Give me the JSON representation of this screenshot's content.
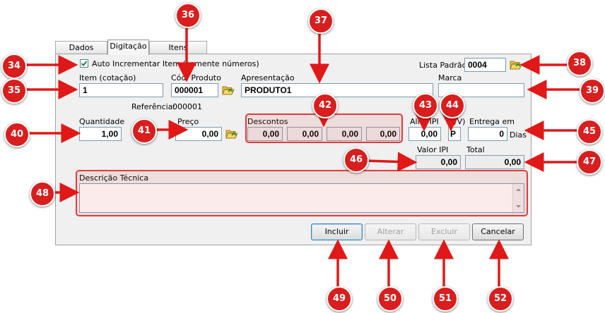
{
  "tabs": [
    "Dados Gerais",
    "Digitação",
    "Itens Lançados"
  ],
  "auto_increment": {
    "label": "Auto Incrementar Item (somente números)",
    "checked": true
  },
  "lista_padrao": {
    "label": "Lista Padrão:",
    "value": "0004"
  },
  "item": {
    "label": "Item (cotação)",
    "value": "1"
  },
  "cod_produto": {
    "label": "Cód. Produto",
    "value": "000001"
  },
  "apresentacao": {
    "label": "Apresentação",
    "value": "PRODUTO1"
  },
  "marca": {
    "label": "Marca",
    "value": ""
  },
  "referencia": {
    "label": "Referência:",
    "value": "000001"
  },
  "quantidade": {
    "label": "Quantidade",
    "value": "1,00"
  },
  "preco": {
    "label": "Preço",
    "value": "0,00"
  },
  "descontos": {
    "label": "Descontos",
    "values": [
      "0,00",
      "0,00",
      "0,00",
      "0,00"
    ]
  },
  "aliq_ipi": {
    "label": "Aliq. IPI",
    "value": "0,00"
  },
  "pv": {
    "label": "(P/V)",
    "value": "P"
  },
  "entrega": {
    "label": "Entrega em",
    "value": "0",
    "unit": "Dias"
  },
  "valor_ipi": {
    "label": "Valor IPI",
    "value": "0,00"
  },
  "total": {
    "label": "Total",
    "value": "0,00"
  },
  "descricao": {
    "label": "Descrição Técnica",
    "value": ""
  },
  "buttons": {
    "incluir": "Incluir",
    "alterar": "Alterar",
    "excluir": "Excluir",
    "cancelar": "Cancelar"
  },
  "callouts": [
    "34",
    "35",
    "36",
    "37",
    "38",
    "39",
    "40",
    "41",
    "42",
    "43",
    "44",
    "45",
    "46",
    "47",
    "48",
    "49",
    "50",
    "51",
    "52"
  ],
  "colors": {
    "callout": "#d81e1e",
    "highlight": "#e23a3a",
    "field_border": "#7a9cb4"
  }
}
